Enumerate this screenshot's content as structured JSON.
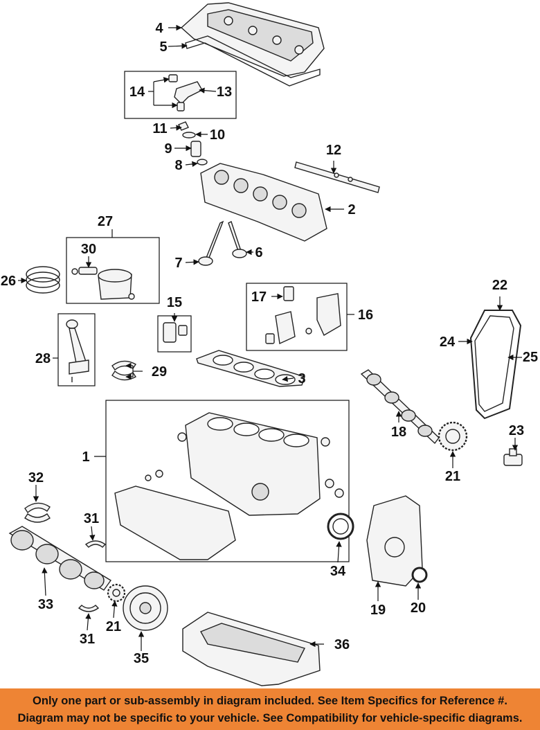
{
  "callouts": [
    "1",
    "2",
    "3",
    "4",
    "5",
    "6",
    "7",
    "8",
    "9",
    "10",
    "11",
    "12",
    "13",
    "14",
    "15",
    "16",
    "17",
    "18",
    "19",
    "20",
    "21",
    "21",
    "22",
    "23",
    "24",
    "25",
    "26",
    "27",
    "28",
    "29",
    "30",
    "31",
    "31",
    "32",
    "33",
    "34",
    "35",
    "36"
  ],
  "footer": {
    "line1": "Only one part or sub-assembly in diagram included. See Item Specifics for Reference #.",
    "line2": "Diagram may not be specific to your vehicle. See Compatibility for vehicle-specific diagrams."
  },
  "colors": {
    "banner": "#ee8434",
    "line": "#111111",
    "part_fill": "#f4f4f4"
  }
}
